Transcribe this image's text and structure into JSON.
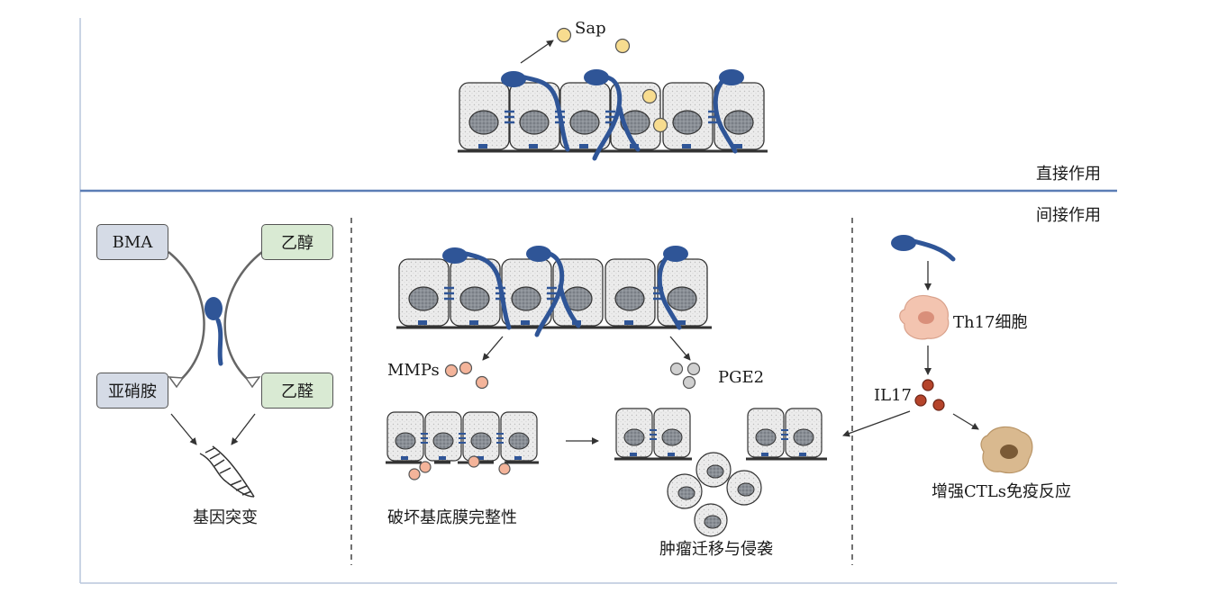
{
  "top_panel": {
    "sap_label": "Sap",
    "section_title": "直接作用"
  },
  "bottom_panel": {
    "section_title": "间接作用",
    "left": {
      "box_bma": "BMA",
      "box_ethanol": "乙醇",
      "box_nitrosamine": "亚硝胺",
      "box_acetaldehyde": "乙醛",
      "caption": "基因突变"
    },
    "middle": {
      "mmps_label": "MMPs",
      "pge2_label": "PGE2",
      "caption_left": "破坏基底膜完整性",
      "caption_right": "肿瘤迁移与侵袭"
    },
    "right": {
      "th17_label": "Th17细胞",
      "il17_label": "IL17",
      "caption": "增强CTLs免疫反应"
    }
  },
  "colors": {
    "bacterium": "#2f5597",
    "cell_fill": "#ececec",
    "nucleus": "#8a8f96",
    "sap_particle": "#f7dc8f",
    "mmp_particle": "#f4b49a",
    "pge2_particle": "#d0d0d0",
    "il17_particle": "#b5442b",
    "th17_cell": "#f3c4b0",
    "ctl_cell": "#d9b98f",
    "divider": "#5b7db5",
    "box_gray": "#d5dbe6",
    "box_green": "#d9ead3"
  }
}
